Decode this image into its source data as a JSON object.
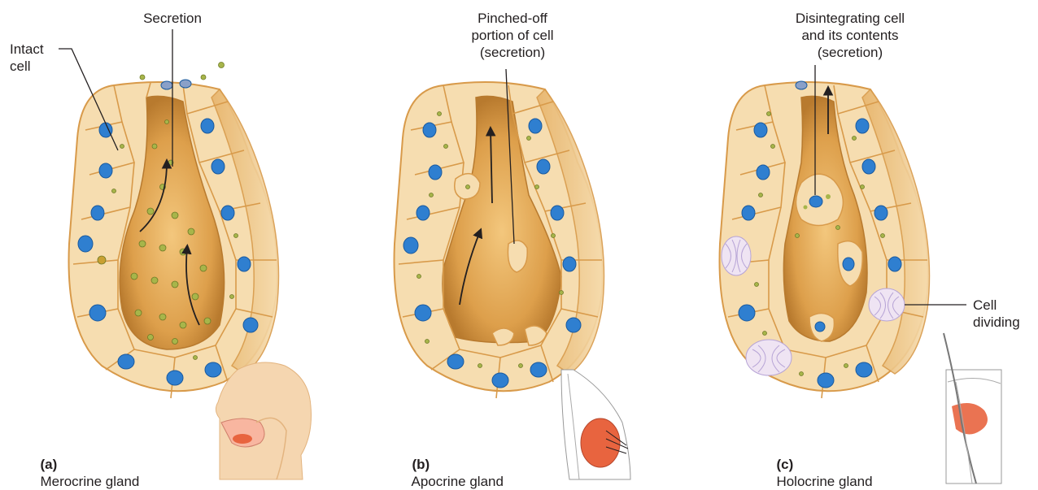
{
  "panels": [
    {
      "id": "a",
      "caption_letter": "(a)",
      "caption_text": "Merocrine gland",
      "labels": {
        "top": "Secretion",
        "left": "Intact\ncell"
      }
    },
    {
      "id": "b",
      "caption_letter": "(b)",
      "caption_text": "Apocrine gland",
      "labels": {
        "top": "Pinched-off\nportion of cell\n(secretion)"
      }
    },
    {
      "id": "c",
      "caption_letter": "(c)",
      "caption_text": "Holocrine gland",
      "labels": {
        "top": "Disintegrating cell\nand its contents\n(secretion)",
        "right": "Cell\ndividing"
      }
    }
  ],
  "colors": {
    "cell_fill": "#f6ddb0",
    "cell_outline": "#d89a4a",
    "lumen": "#e0a550",
    "nucleus": "#2f7fd0",
    "granule": "#9bb04a",
    "mitotic": "#b7a4d6",
    "gland_tissue": "#e8643f",
    "skin_tone": "#f5d6b0"
  }
}
